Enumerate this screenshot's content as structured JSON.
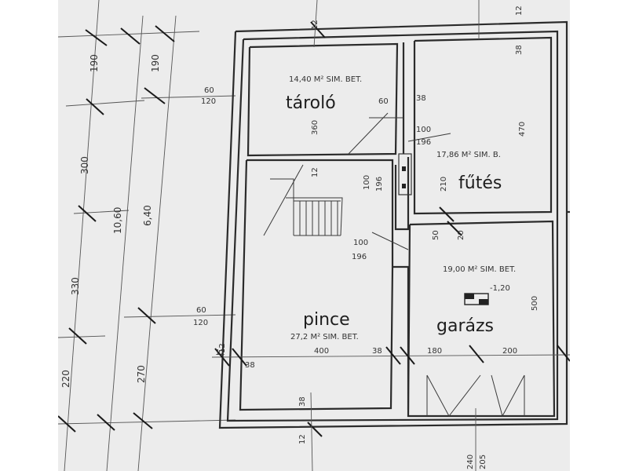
{
  "rooms": {
    "taroloName": "tároló",
    "taroloArea": "14,40 M² SIM. BET.",
    "futesName": "fűtés",
    "futesArea": "17,86 M² SIM. B.",
    "pinceName": "pince",
    "pinceArea": "27,2 M² SIM. BET.",
    "garazsName": "garázs",
    "garazsArea": "19,00 M² SIM. BET.",
    "garazsLevel": "-1,20"
  },
  "dimensions": {
    "leftA": [
      "190",
      "300",
      "330",
      "220"
    ],
    "leftB": [
      "10,60"
    ],
    "leftC": [
      "190",
      "6,40",
      "270"
    ],
    "opening1": [
      "60",
      "120"
    ],
    "opening2": [
      "60",
      "120"
    ],
    "top": [
      "12",
      "12"
    ],
    "doorTop": [
      "60",
      "38"
    ],
    "frac1": [
      "100",
      "196"
    ],
    "frac2": [
      "100",
      "196"
    ],
    "frac3": [
      "100",
      "196"
    ],
    "interior": [
      "360",
      "12",
      "210",
      "50",
      "20",
      "500",
      "470",
      "38",
      "12"
    ],
    "bottomRow": [
      "12",
      "38",
      "400",
      "38",
      "180",
      "200"
    ],
    "bottom": [
      "240",
      "205",
      "38",
      "12"
    ]
  }
}
